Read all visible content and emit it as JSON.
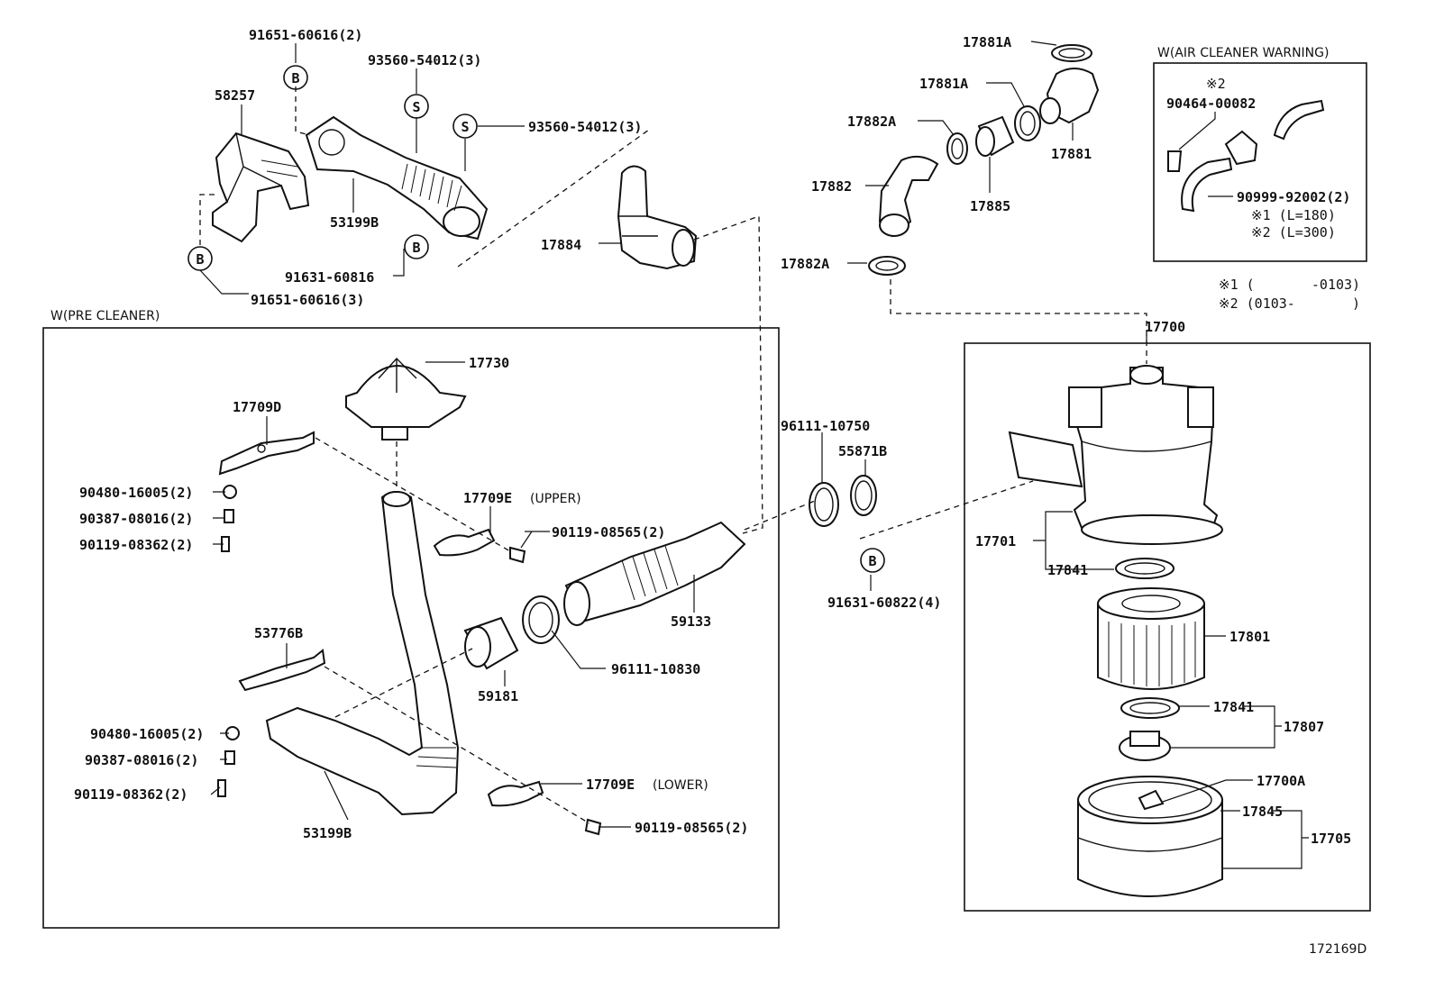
{
  "diagram": {
    "drawing_id": "172169D",
    "boxes": {
      "pre_cleaner": "W(PRE CLEANER)",
      "air_cleaner_warning": "W(AIR CLEANER WARNING)"
    },
    "markers": {
      "b": "B",
      "s": "S"
    },
    "labels": {
      "p91651_60616_2": "91651-60616(2)",
      "p93560_54012_3a": "93560-54012(3)",
      "p58257": "58257",
      "p93560_54012_3b": "93560-54012(3)",
      "p53199b_top": "53199B",
      "p91631_60816": "91631-60816",
      "p91651_60616_3": "91651-60616(3)",
      "p17884": "17884",
      "p17881a_top": "17881A",
      "p17881a_mid": "17881A",
      "p17882a_top": "17882A",
      "p17881": "17881",
      "p17882": "17882",
      "p17885": "17885",
      "p17882a_bot": "17882A",
      "warn_mark2": "※2",
      "p90464_00082": "90464-00082",
      "p90999_92002": "90999-92002(2)",
      "warn_note1": "※1 (L=180)",
      "warn_note2": "※2 (L=300)",
      "legend1": "※1 (       -0103)",
      "legend2": "※2 (0103-       )",
      "p17730": "17730",
      "p17709d": "17709D",
      "p90480_16005_a": "90480-16005(2)",
      "p90387_08016_a": "90387-08016(2)",
      "p90119_08362_a": "90119-08362(2)",
      "p17709e_upper": "17709E",
      "upper_note": "(UPPER)",
      "p90119_08565_a": "90119-08565(2)",
      "p59133": "59133",
      "p96111_10830": "96111-10830",
      "p59181": "59181",
      "p53776b": "53776B",
      "p90480_16005_b": "90480-16005(2)",
      "p90387_08016_b": "90387-08016(2)",
      "p90119_08362_b": "90119-08362(2)",
      "p17709e_lower": "17709E",
      "lower_note": "(LOWER)",
      "p90119_08565_b": "90119-08565(2)",
      "p53199b_bot": "53199B",
      "p96111_10750": "96111-10750",
      "p55871b": "55871B",
      "p91631_60822": "91631-60822(4)",
      "p17700": "17700",
      "p17701": "17701",
      "p17841_a": "17841",
      "p17801": "17801",
      "p17841_b": "17841",
      "p17807": "17807",
      "p17700a": "17700A",
      "p17845": "17845",
      "p17705": "17705"
    }
  }
}
